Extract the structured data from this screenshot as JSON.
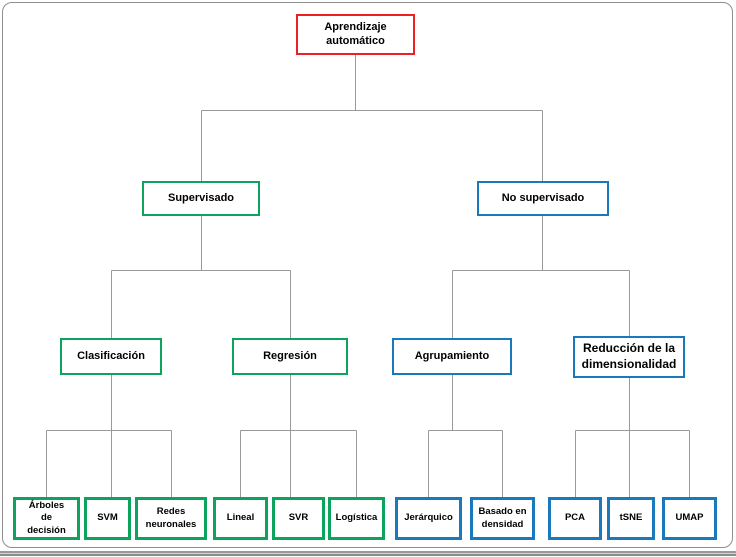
{
  "diagram": {
    "colors": {
      "red": "#ed2024",
      "green": "#0ca45c",
      "blue": "#1a78bd",
      "connector": "#999999",
      "frame_border": "#8e8e8e",
      "text": "#000000",
      "background": "#ffffff"
    },
    "nodes": {
      "root": {
        "label": "Aprendizaje\nautomático"
      },
      "supervisado": {
        "label": "Supervisado"
      },
      "no_supervisado": {
        "label": "No supervisado"
      },
      "clasificacion": {
        "label": "Clasificación"
      },
      "regresion": {
        "label": "Regresión"
      },
      "agrupamiento": {
        "label": "Agrupamiento"
      },
      "reduccion": {
        "label": "Reducción de la\ndimensionalidad"
      },
      "arboles": {
        "label": "Árboles\nde\ndecisión"
      },
      "svm": {
        "label": "SVM"
      },
      "redes": {
        "label": "Redes\nneuronales"
      },
      "lineal": {
        "label": "Lineal"
      },
      "svr": {
        "label": "SVR"
      },
      "logistica": {
        "label": "Logística"
      },
      "jerarquico": {
        "label": "Jerárquico"
      },
      "basado": {
        "label": "Basado en\ndensidad"
      },
      "pca": {
        "label": "PCA"
      },
      "tsne": {
        "label": "tSNE"
      },
      "umap": {
        "label": "UMAP"
      }
    }
  }
}
